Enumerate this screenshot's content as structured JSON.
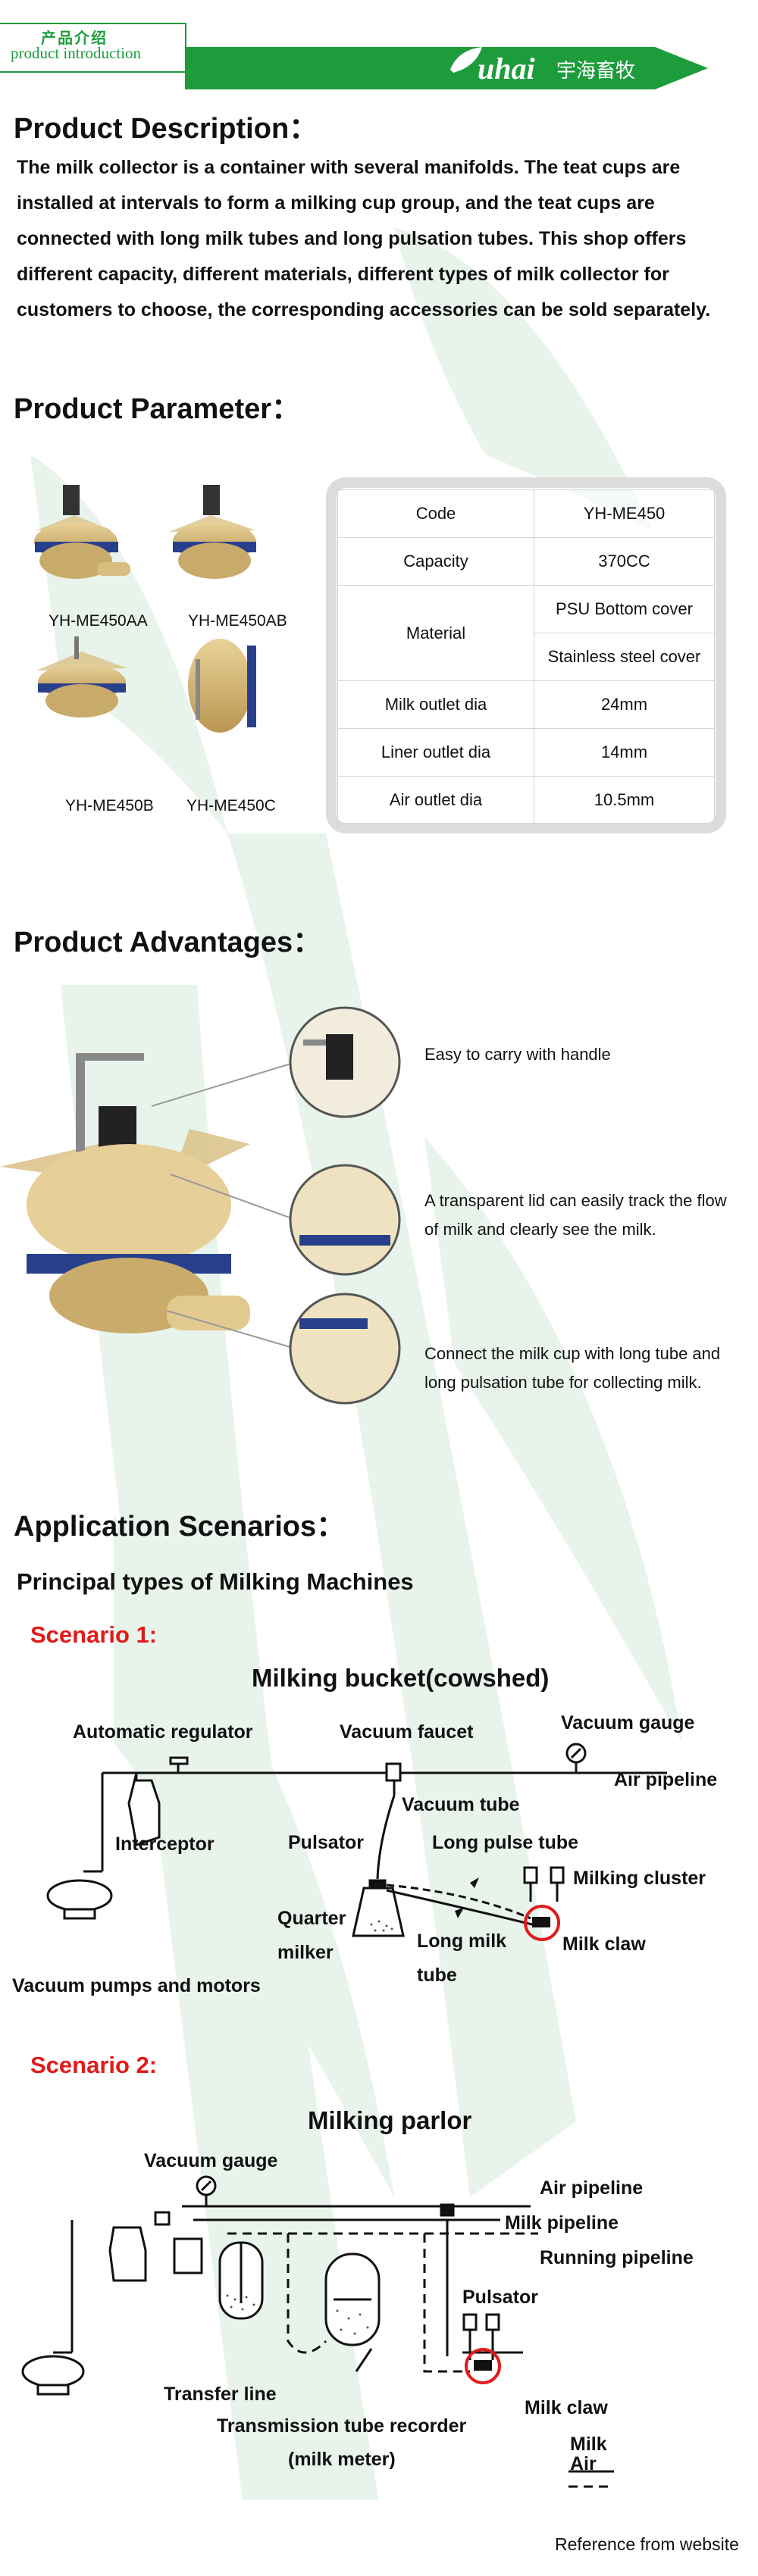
{
  "header": {
    "cn_title": "产品介绍",
    "en_title": "product introduction",
    "brand": "uhai",
    "brand_cn": "宇海畜牧"
  },
  "description": {
    "heading": "Product Description：",
    "text": "The milk collector is a container with several manifolds. The teat cups are installed at intervals to form a milking cup group, and the teat cups are connected with long milk tubes and long pulsation tubes. This shop offers different capacity, different materials, different types of milk collector for customers to choose, the corresponding accessories can be sold separately."
  },
  "parameters": {
    "heading": "Product Parameter：",
    "products": [
      "YH-ME450AA",
      "YH-ME450AB",
      "YH-ME450B",
      "YH-ME450C"
    ],
    "rows": [
      {
        "label": "Code",
        "value": "YH-ME450"
      },
      {
        "label": "Capacity",
        "value": "370CC"
      },
      {
        "label": "Material",
        "values": [
          "PSU Bottom cover",
          "Stainless steel cover"
        ]
      },
      {
        "label": "Milk outlet dia",
        "value": "24mm"
      },
      {
        "label": "Liner outlet dia",
        "value": "14mm"
      },
      {
        "label": "Air outlet dia",
        "value": "10.5mm"
      }
    ]
  },
  "advantages": {
    "heading": "Product Advantages：",
    "items": [
      "Easy to carry with handle",
      "A transparent lid can easily track the flow of milk and clearly see the milk.",
      "Connect the milk cup with long tube and long pulsation tube for collecting milk."
    ]
  },
  "scenarios": {
    "heading": "Application Scenarios：",
    "subheading": "Principal types of Milking Machines",
    "s1": {
      "label": "Scenario 1:",
      "title": "Milking bucket(cowshed)",
      "labels": {
        "auto_regulator": "Automatic regulator",
        "vacuum_faucet": "Vacuum faucet",
        "vacuum_gauge": "Vacuum gauge",
        "air_pipeline": "Air pipeline",
        "interceptor": "Interceptor",
        "vacuum_tube": "Vacuum tube",
        "pulsator": "Pulsator",
        "long_pulse_tube": "Long pulse tube",
        "milking_cluster": "Milking cluster",
        "quarter_milker_1": "Quarter",
        "quarter_milker_2": "milker",
        "long_milk_tube_1": "Long milk",
        "long_milk_tube_2": "tube",
        "milk_claw": "Milk claw",
        "vacuum_pumps": "Vacuum pumps and motors"
      }
    },
    "s2": {
      "label": "Scenario 2:",
      "title": "Milking parlor",
      "labels": {
        "vacuum_gauge": "Vacuum gauge",
        "air_pipeline": "Air pipeline",
        "milk_pipeline": "Milk pipeline",
        "running_pipeline": "Running pipeline",
        "pulsator": "Pulsator",
        "transfer_line": "Transfer line",
        "recorder_1": "Transmission tube recorder",
        "recorder_2": "(milk meter)",
        "milk_claw": "Milk claw",
        "legend_milk": "Milk",
        "legend_air": "Air"
      }
    },
    "reference": "Reference from website"
  },
  "colors": {
    "brand_green": "#1d9c3c",
    "watermark_green": "#e7f3ea",
    "scenario_red": "#e01b1b",
    "claw_circle": "#e01b1b"
  }
}
